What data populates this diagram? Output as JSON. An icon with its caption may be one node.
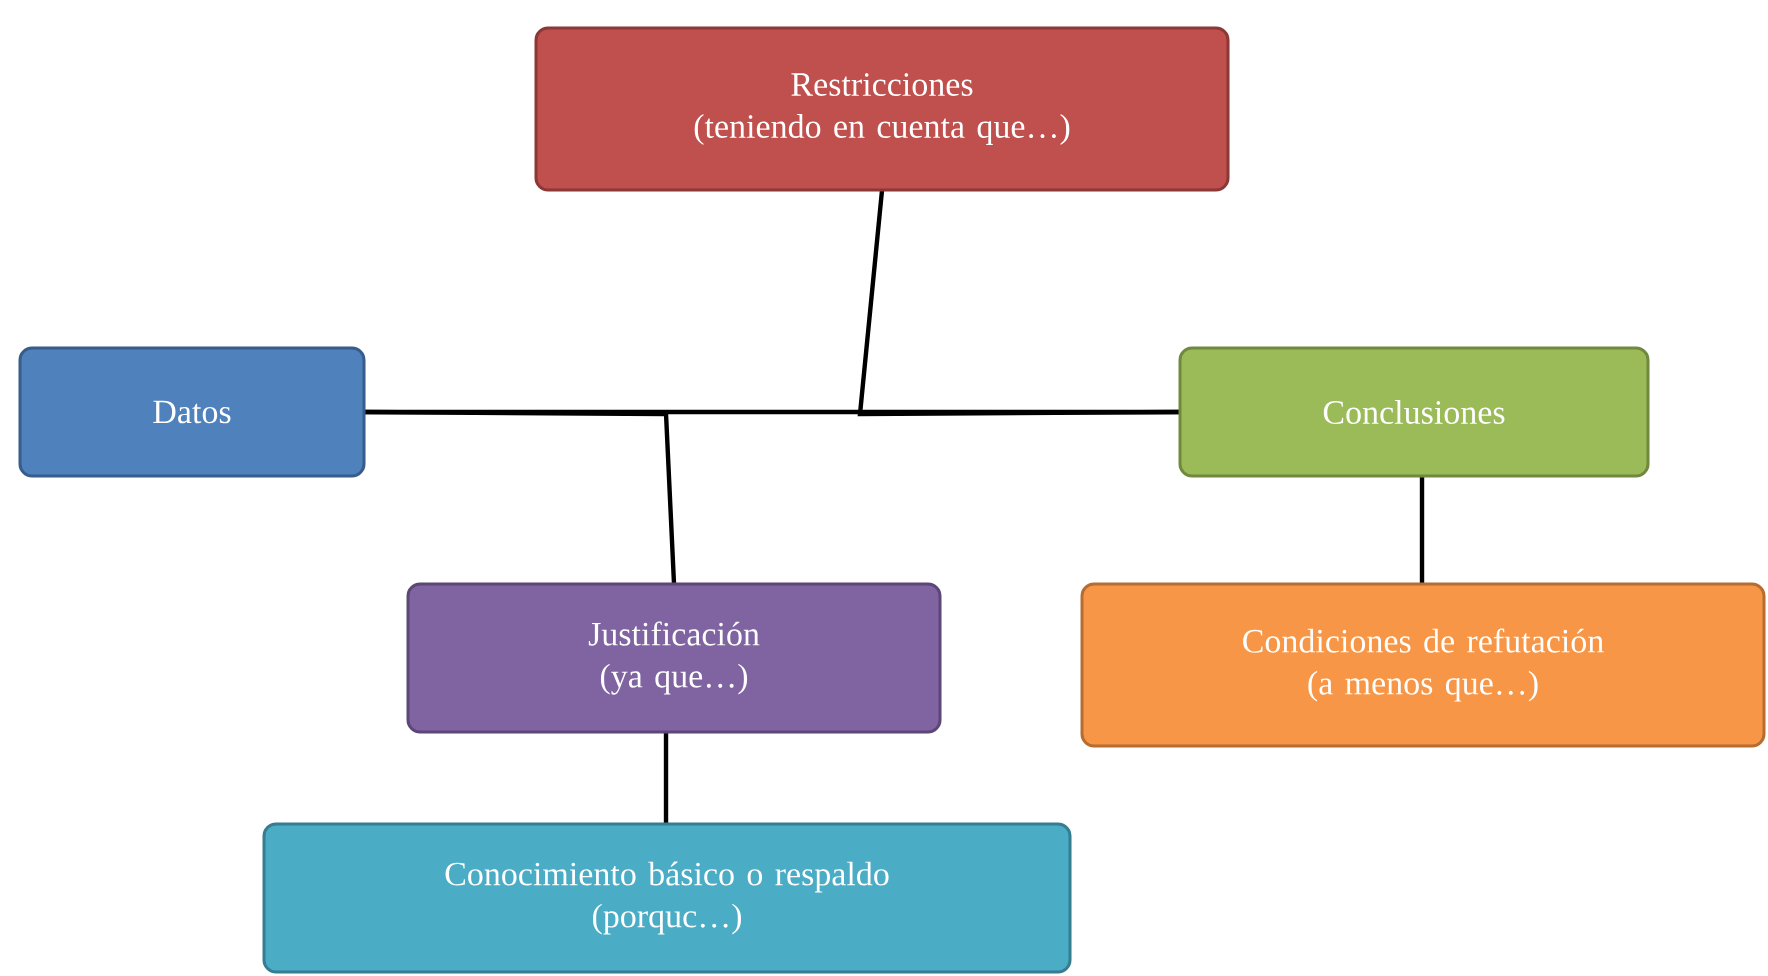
{
  "diagram": {
    "nodes": [
      {
        "text": [
          "Restricciones",
          "(teniendo en cuenta que…)"
        ]
      },
      {
        "text": [
          "Datos"
        ]
      },
      {
        "text": [
          "Conclusiones"
        ]
      },
      {
        "text": [
          "Justificación",
          "(ya que…)"
        ]
      },
      {
        "text": [
          "Condiciones de refutación",
          "(a menos que…)"
        ]
      },
      {
        "text": [
          "Conocimiento básico o respaldo",
          "(porquc…)"
        ]
      }
    ],
    "edges": [
      {
        "from": 1,
        "to": 2,
        "arrow": "none"
      },
      {
        "from": 0,
        "to": 2,
        "arrow": "none"
      },
      {
        "from": 3,
        "to": 1,
        "arrow": "none"
      },
      {
        "from": 2,
        "to": 4,
        "arrow": "none"
      },
      {
        "from": 3,
        "to": 5,
        "arrow": "none"
      }
    ]
  }
}
